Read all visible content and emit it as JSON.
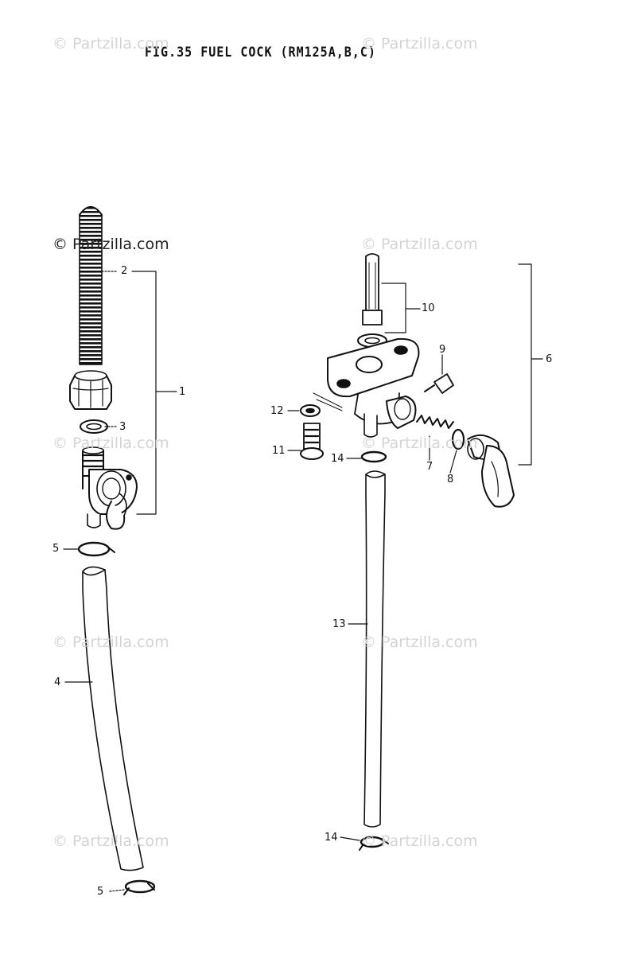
{
  "title": "FIG.35  FUEL COCK (RM125A,B,C)",
  "watermark": "© Partzilla.com",
  "watermark_prominent": "© Partzilla.com",
  "callouts": {
    "c1": "1",
    "c2": "2",
    "c3": "3",
    "c4": "4",
    "c5a": "5",
    "c5b": "5",
    "c6": "6",
    "c7": "7",
    "c8": "8",
    "c9": "9",
    "c10": "10",
    "c11": "11",
    "c12": "12",
    "c13": "13",
    "c14a": "14",
    "c14b": "14"
  },
  "colors": {
    "ink": "#111111",
    "watermark": "#d4d4d4",
    "background": "#ffffff"
  }
}
